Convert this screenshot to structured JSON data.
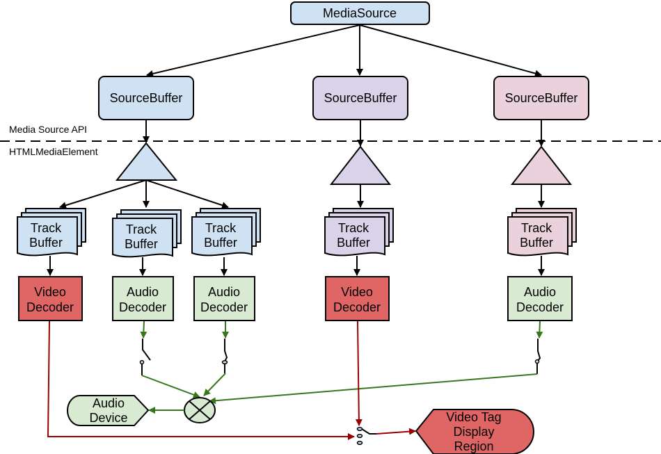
{
  "colors": {
    "blue_fill": "#cfe2f3",
    "purple_fill": "#d9d2e9",
    "pink_fill": "#ead1dc",
    "red_fill": "#e06666",
    "green_fill": "#d9ead3",
    "green_line": "#38761d",
    "red_line": "#990000",
    "black_line": "#000000"
  },
  "labels": {
    "api_boundary_top": "Media Source API",
    "api_boundary_bottom": "HTMLMediaElement"
  },
  "media_source": {
    "label": "MediaSource"
  },
  "source_buffers": [
    {
      "label": "SourceBuffer",
      "color": "blue"
    },
    {
      "label": "SourceBuffer",
      "color": "purple"
    },
    {
      "label": "SourceBuffer",
      "color": "pink"
    }
  ],
  "track_buffers": [
    {
      "line1": "Track",
      "line2": "Buffer",
      "color": "blue"
    },
    {
      "line1": "Track",
      "line2": "Buffer",
      "color": "blue"
    },
    {
      "line1": "Track",
      "line2": "Buffer",
      "color": "blue"
    },
    {
      "line1": "Track",
      "line2": "Buffer",
      "color": "purple"
    },
    {
      "line1": "Track",
      "line2": "Buffer",
      "color": "pink"
    }
  ],
  "decoders": [
    {
      "line1": "Video",
      "line2": "Decoder",
      "type": "video"
    },
    {
      "line1": "Audio",
      "line2": "Decoder",
      "type": "audio"
    },
    {
      "line1": "Audio",
      "line2": "Decoder",
      "type": "audio"
    },
    {
      "line1": "Video",
      "line2": "Decoder",
      "type": "video"
    },
    {
      "line1": "Audio",
      "line2": "Decoder",
      "type": "audio"
    }
  ],
  "audio_device": {
    "line1": "Audio",
    "line2": "Device"
  },
  "video_region": {
    "line1": "Video Tag",
    "line2": "Display",
    "line3": "Region"
  }
}
